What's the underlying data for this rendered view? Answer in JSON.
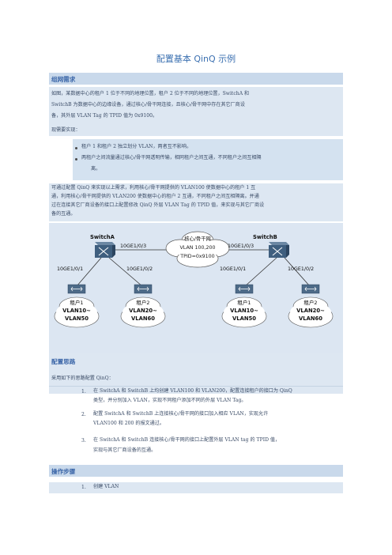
{
  "title": "配置基本 QinQ 示例",
  "network_req": {
    "heading": "组网需求",
    "para_lines": [
      "如图，某数据中心的租户 1 位于不同的地理位置，租户 2 位于不同的地理位置，SwitchA 和",
      "SwitchB 为数据中心的边缘设备，通过核心/骨干网连接，且核心/骨干网中存在其它厂商设",
      "备，其外层 VLAN Tag 的 TPID 值为 0x9100。"
    ],
    "needs_label": "现需要实现：",
    "bullets": [
      [
        "租户 1 和租户 2 独立划分 VLAN，两者互不影响。"
      ],
      [
        "两租户之间流量通过核心/骨干网透明传输，相同租户之间互通，不同租户之间互相隔",
        "离。"
      ]
    ],
    "solution_lines": [
      "可通过配置 QinQ 来实现以上需求，利用核心/骨干网提供的 VLAN100 使数据中心的租户 1 互",
      "通，利用核心/骨干网提供的 VLAN200 使数据中心的租户 2 互通，不同租户之间互相隔离。并通",
      "过在连接其它厂商设备的接口上配置修改 QinQ 外层 VLAN Tag 的 TPID 值，来实现与其它厂商设",
      "备的互通。"
    ]
  },
  "diagram": {
    "switch_a": "SwitchA",
    "switch_b": "SwitchB",
    "cloud_lines": [
      "核心/骨干网",
      "VLAN 100,200",
      "TPID=0x9100"
    ],
    "a_uplink": "10GE1/0/3",
    "b_uplink": "10GE1/0/3",
    "a_left_port": "10GE1/0/1",
    "a_right_port": "10GE1/0/2",
    "b_left_port": "10GE1/0/1",
    "b_right_port": "10GE1/0/2",
    "t1_left": [
      "租户1",
      "VLAN10~",
      "VLAN50"
    ],
    "t2_left": [
      "租户2",
      "VLAN20~",
      "VLAN60"
    ],
    "t1_right": [
      "租户1",
      "VLAN10~",
      "VLAN50"
    ],
    "t2_right": [
      "租户2",
      "VLAN20~",
      "VLAN60"
    ]
  },
  "config_idea": {
    "heading": "配置思路",
    "intro": "采用如下的思路配置 QinQ：",
    "steps": [
      {
        "num": "1.",
        "lines": [
          "在 SwitchA 和 SwitchB 上均创建 VLAN100 和 VLAN200，配置连接租户的接口为 QinQ",
          "类型，并分别加入 VLAN，实现不同租户添加不同的外层 VLAN Tag。"
        ]
      },
      {
        "num": "2.",
        "lines": [
          "配置 SwitchA 和 SwitchB 上连接核心/骨干网的接口加入相应 VLAN，实现允许",
          "VLAN100 和 200 的报文通过。"
        ]
      },
      {
        "num": "3.",
        "lines": [
          "在 SwitchA 和 SwitchB 连接核心/骨干网的接口上配置外层 VLAN tag 的 TPID 值，",
          "实现与其它厂商设备的互通。"
        ]
      }
    ]
  },
  "steps": {
    "heading": "操作步骤",
    "first": {
      "num": "1.",
      "text": "创建 VLAN"
    }
  }
}
